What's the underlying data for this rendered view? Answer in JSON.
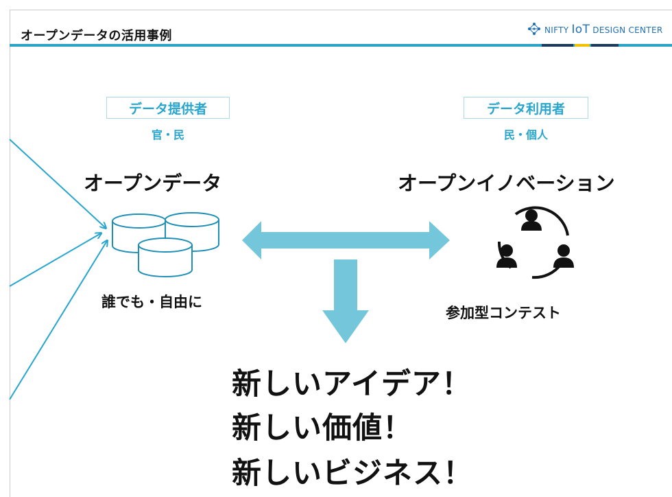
{
  "header": {
    "title": "オープンデータの活用事例",
    "brand_prefix": "NIFTY ",
    "brand_iot": "IoT",
    "brand_suffix": " DESIGN CENTER"
  },
  "provider": {
    "role_label": "データ提供者",
    "role_sub": "官・民",
    "title": "オープンデータ",
    "caption": "誰でも・自由に"
  },
  "user": {
    "role_label": "データ利用者",
    "role_sub": "民・個人",
    "title": "オープンイノベーション",
    "caption": "参加型コンテスト"
  },
  "outcomes": [
    "新しいアイデア！",
    "新しい価値！",
    "新しいビジネス！"
  ],
  "colors": {
    "accent": "#27a5cd",
    "arrow": "#74c6da",
    "rule": "#2aa3c7",
    "db_stroke": "#1f8fb8",
    "rule_dark": "#1b3a5a",
    "rule_yellow": "#f2c200"
  },
  "icons": [
    "network-logo-icon",
    "database-icon",
    "community-icon"
  ]
}
